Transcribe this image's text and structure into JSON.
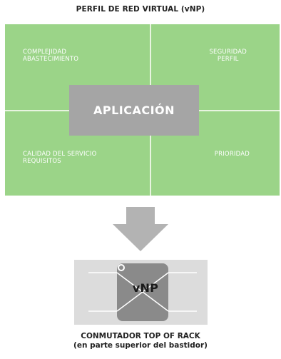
{
  "diagram": {
    "title": "PERFIL DE RED VIRTUAL (vNP)",
    "quadrants": {
      "top_left": "COMPLEJIDAD\nABASTECIMIENTO",
      "top_right": "SEGURIDAD\nPERFIL",
      "bottom_left": "CALIDAD DEL SERVICIO\nREQUISITOS",
      "bottom_right": "PRIORIDAD"
    },
    "center_label": "APLICACIÓN",
    "chip_label": "vNP",
    "caption_line1": "CONMUTADOR TOP OF RACK",
    "caption_line2": "(en parte superior del bastidor)",
    "colors": {
      "grid_green": "#9bd488",
      "app_gray": "#a5a5a5",
      "arrow_gray": "#b3b3b3",
      "switch_bg": "#dcdcdc",
      "chip_gray": "#8a8a8a"
    }
  }
}
